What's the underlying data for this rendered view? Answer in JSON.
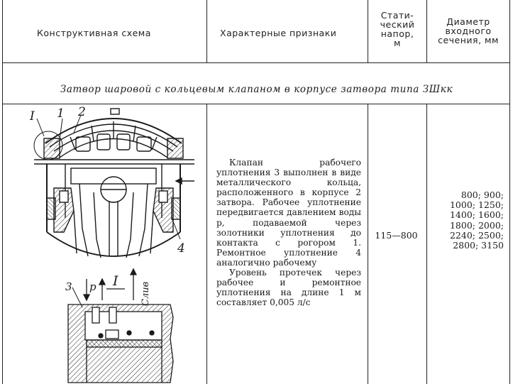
{
  "table": {
    "headers": {
      "scheme": "Конструктивная схема",
      "features": "Характерные признаки",
      "head_lines": [
        "Стати-",
        "ческий",
        "напор,",
        "м"
      ],
      "diameter_lines": [
        "Диаметр",
        "входного",
        "сечения, мм"
      ]
    },
    "section_title": "Затвор шаровой с кольцевым клапаном в корпусе затвора типа ЗШкк",
    "description": [
      "Клапан рабочего уплотнения 3 выполнен в виде металлического кольца, расположенного в корпусе 2 затвора. Рабочее уплотнение передвигается давлением воды p, подаваемой через золотники уплотнения до контакта с рогором 1. Ремонтное уплотнение 4 аналогично рабочему",
      "Уровень протечек через рабочее и ремонтное уплотнения на длине 1 м составляет 0,005 л/с"
    ],
    "static_head": "115—800",
    "diameters": [
      "800; 900;",
      "1000; 1250;",
      "1400; 1600;",
      "1800; 2000;",
      "2240; 2500;",
      "2800; 3150"
    ]
  },
  "figure": {
    "labels": {
      "callout_I": "I",
      "callout_1": "1",
      "callout_2": "2",
      "callout_4": "4",
      "detail_3": "3",
      "detail_p": "p",
      "detail_I": "I",
      "detail_slive": "Слив"
    }
  }
}
